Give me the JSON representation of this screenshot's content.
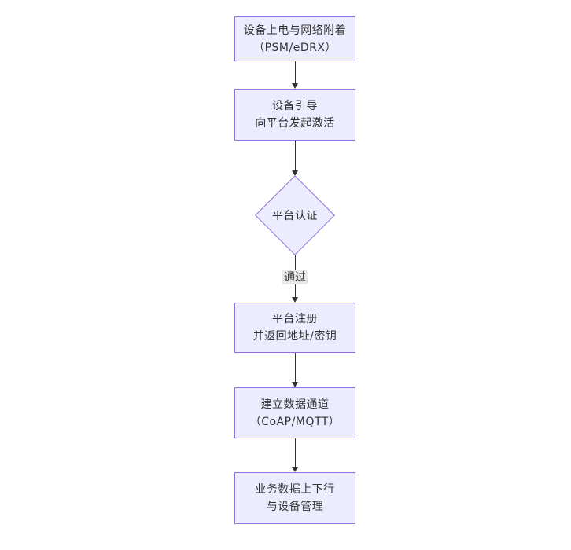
{
  "diagram": {
    "type": "flowchart",
    "direction": "top-down",
    "colors": {
      "node_fill": "#ECECFF",
      "node_border": "#9370DB",
      "node_text": "#333333",
      "edge_line": "#333333",
      "edge_label_bg": "#e8e8e8",
      "edge_label_text": "#333333",
      "canvas_bg": "#ffffff"
    },
    "nodes": [
      {
        "id": "power_attach",
        "shape": "rect",
        "lines": [
          "设备上电与网络附着",
          "（PSM/eDRX）"
        ]
      },
      {
        "id": "bootstrap",
        "shape": "rect",
        "lines": [
          "设备引导",
          "向平台发起激活"
        ]
      },
      {
        "id": "platform_auth",
        "shape": "diamond",
        "lines": [
          "平台认证"
        ]
      },
      {
        "id": "platform_register",
        "shape": "rect",
        "lines": [
          "平台注册",
          "并返回地址/密钥"
        ]
      },
      {
        "id": "data_channel",
        "shape": "rect",
        "lines": [
          "建立数据通道",
          "（CoAP/MQTT）"
        ]
      },
      {
        "id": "business_data",
        "shape": "rect",
        "lines": [
          "业务数据上下行",
          "与设备管理"
        ]
      }
    ],
    "edges": [
      {
        "from": "power_attach",
        "to": "bootstrap",
        "label": ""
      },
      {
        "from": "bootstrap",
        "to": "platform_auth",
        "label": ""
      },
      {
        "from": "platform_auth",
        "to": "platform_register",
        "label": "通过"
      },
      {
        "from": "platform_register",
        "to": "data_channel",
        "label": ""
      },
      {
        "from": "data_channel",
        "to": "business_data",
        "label": ""
      }
    ]
  }
}
